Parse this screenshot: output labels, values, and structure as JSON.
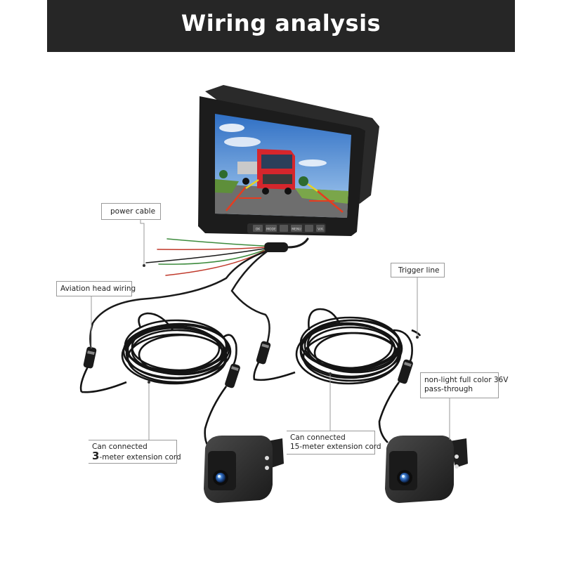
{
  "header": {
    "title": "Wiring analysis"
  },
  "labels": {
    "power_cable": "power cable",
    "aviation_head_wiring": "Aviation head wiring",
    "trigger_line": "Trigger line",
    "non_light": "non-light full color 36V",
    "pass_through": "pass-through",
    "can_connected_left": "Can connected",
    "three_meter_number": "3",
    "three_meter_rest": "-meter extension cord",
    "can_connected_right": "Can connected",
    "fifteen_meter": "15-meter extension cord"
  },
  "monitor": {
    "buttons": [
      "OK",
      "MODE",
      "",
      "MENU",
      "",
      "V/A"
    ]
  },
  "colors": {
    "banner": "#262626",
    "cable": "#1a1a1a",
    "wire_red": "#c0392b",
    "wire_green": "#3d8b3d",
    "sky": "#4a8fd6",
    "truck_cab": "#d6262c"
  }
}
